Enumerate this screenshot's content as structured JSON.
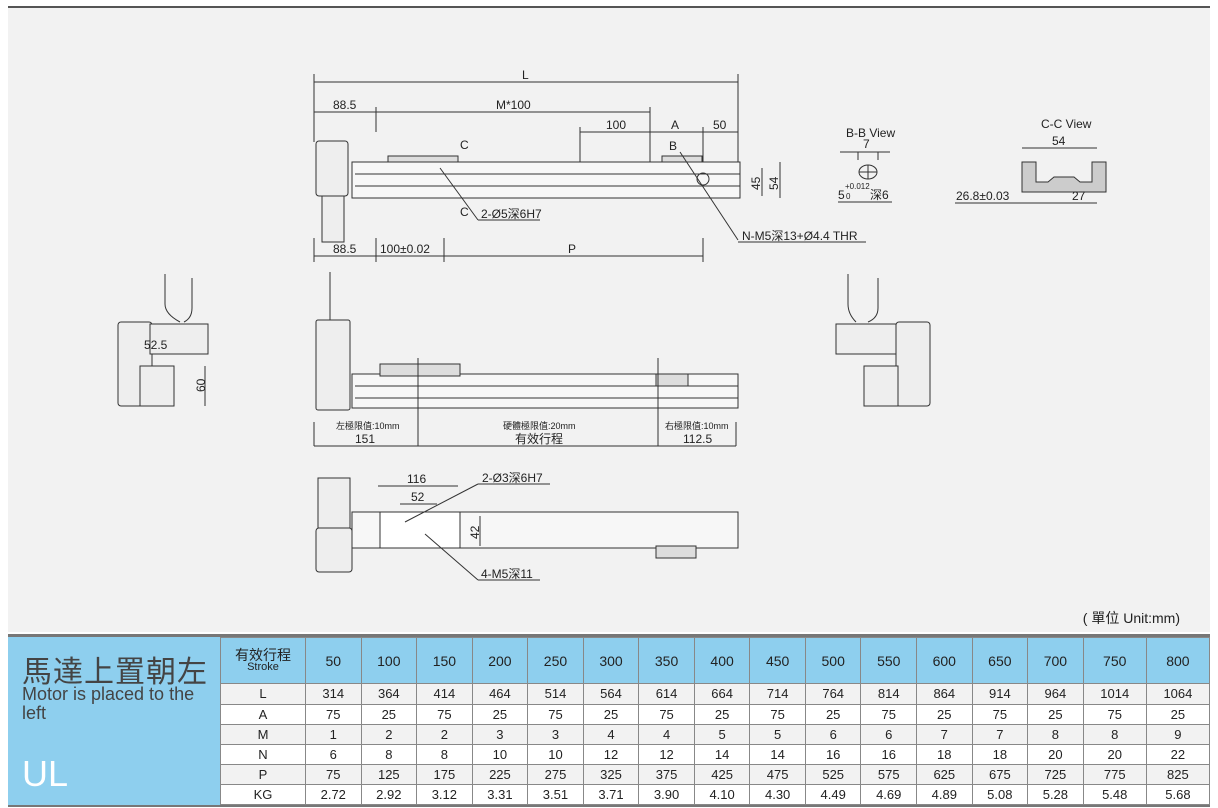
{
  "drawing": {
    "top_view": {
      "L": "L",
      "d88_top": "88.5",
      "m100": "M*100",
      "d100": "100",
      "A": "A",
      "d50": "50",
      "C_top": "C",
      "C_bot": "C",
      "B": "B",
      "d45": "45",
      "d54": "54",
      "hole": "2-Ø5深6H7",
      "mount": "N-M5深13+Ø4.4 THR",
      "d88_bot": "88.5",
      "d100tol": "100±0.02",
      "P": "P"
    },
    "bb_view": {
      "title": "B-B View",
      "d7": "7",
      "tol": "+0.012",
      "d5": "5",
      "sub": "0",
      "depth": "深6"
    },
    "cc_view": {
      "title": "C-C View",
      "d54": "54",
      "d268": "26.8±0.03",
      "d27": "27"
    },
    "left_view": {
      "d525": "52.5",
      "d60": "60"
    },
    "side_view": {
      "left_limit": "左極限值:10mm",
      "d151": "151",
      "hard_limit": "硬體極限值:20mm",
      "stroke": "有效行程",
      "right_limit": "右極限值:10mm",
      "d1125": "112.5"
    },
    "bottom_view": {
      "d116": "116",
      "d52": "52",
      "pin": "2-Ø3深6H7",
      "d42": "42",
      "tap": "4-M5深11"
    },
    "unit": "( 單位 Unit:mm)"
  },
  "table": {
    "title_zh": "馬達上置朝左",
    "title_en": "Motor is placed to the left",
    "code": "UL",
    "header_zh": "有效行程",
    "header_en": "Stroke",
    "strokes": [
      "50",
      "100",
      "150",
      "200",
      "250",
      "300",
      "350",
      "400",
      "450",
      "500",
      "550",
      "600",
      "650",
      "700",
      "750",
      "800"
    ],
    "rows": [
      {
        "label": "L",
        "values": [
          "314",
          "364",
          "414",
          "464",
          "514",
          "564",
          "614",
          "664",
          "714",
          "764",
          "814",
          "864",
          "914",
          "964",
          "1014",
          "1064"
        ]
      },
      {
        "label": "A",
        "values": [
          "75",
          "25",
          "75",
          "25",
          "75",
          "25",
          "75",
          "25",
          "75",
          "25",
          "75",
          "25",
          "75",
          "25",
          "75",
          "25"
        ]
      },
      {
        "label": "M",
        "values": [
          "1",
          "2",
          "2",
          "3",
          "3",
          "4",
          "4",
          "5",
          "5",
          "6",
          "6",
          "7",
          "7",
          "8",
          "8",
          "9"
        ]
      },
      {
        "label": "N",
        "values": [
          "6",
          "8",
          "8",
          "10",
          "10",
          "12",
          "12",
          "14",
          "14",
          "16",
          "16",
          "18",
          "18",
          "20",
          "20",
          "22"
        ]
      },
      {
        "label": "P",
        "values": [
          "75",
          "125",
          "175",
          "225",
          "275",
          "325",
          "375",
          "425",
          "475",
          "525",
          "575",
          "625",
          "675",
          "725",
          "775",
          "825"
        ]
      },
      {
        "label": "KG",
        "values": [
          "2.72",
          "2.92",
          "3.12",
          "3.31",
          "3.51",
          "3.71",
          "3.90",
          "4.10",
          "4.30",
          "4.49",
          "4.69",
          "4.89",
          "5.08",
          "5.28",
          "5.48",
          "5.68"
        ]
      }
    ]
  }
}
